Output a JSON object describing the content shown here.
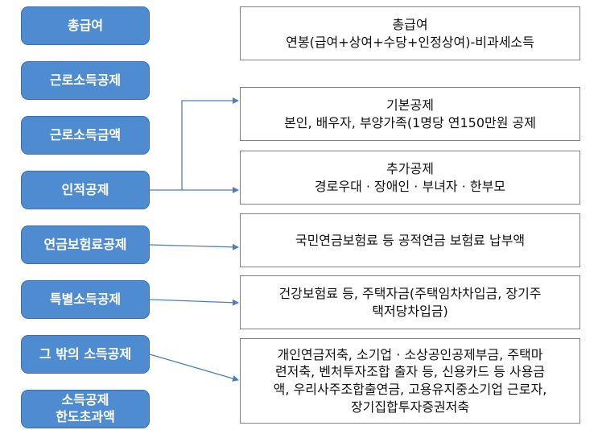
{
  "left_items": [
    {
      "label": "총급여"
    },
    {
      "label": "근로소득공제"
    },
    {
      "label": "근로소득금액"
    },
    {
      "label": "인적공제"
    },
    {
      "label": "연금보험료공제"
    },
    {
      "label": "특별소득공제"
    },
    {
      "label": "그 밖의 소득공제"
    },
    {
      "label": "소득공제\n한도초과액"
    }
  ],
  "right_boxes": [
    {
      "line1": "총급여",
      "line2": "연봉(급여+상여+수당+인정상여)-비과세소득"
    },
    {
      "line1": "기본공제",
      "line2": "본인, 배우자, 부양가족(1명당 연150만원 공제"
    },
    {
      "line1": "추가공제",
      "line2": "경로우대 · 장애인 · 부녀자 · 한부모"
    },
    {
      "line1": "국민연금보험료 등 공적연금 보험료 납부액"
    },
    {
      "line1": "건강보험료 등, 주택자금(주택임차차입금, 장기주",
      "line2": "택저당차입금)"
    },
    {
      "line1": "개인연금저축, 소기업 · 소상공인공제부금, 주택마",
      "line2": "련저축, 벤처투자조합 출자 등, 신용카드 등 사용금",
      "line3": "액, 우리사주조합출연금, 고용유지중소기업 근로자,",
      "line4": "장기집합투자증권저축"
    }
  ],
  "colors": {
    "box_fill": "#4f8bd1",
    "box_border": "#3a6fb0",
    "arrow": "#4a7fc1"
  }
}
